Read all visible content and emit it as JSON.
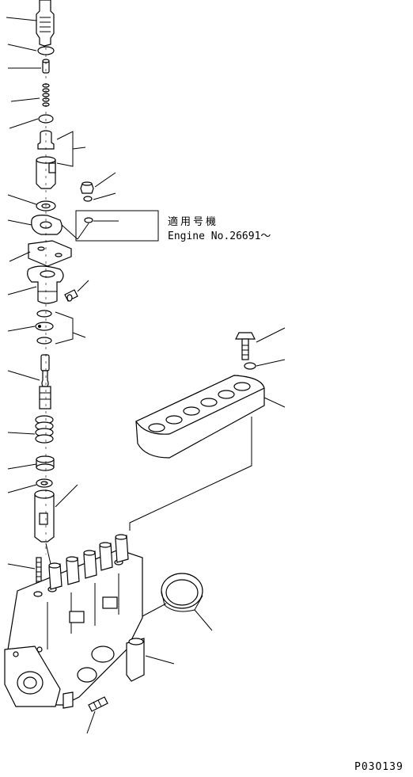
{
  "applicability_note": {
    "label_jp": "適用号機",
    "label_en": "Engine No.26691～"
  },
  "figure_id": "P03O139"
}
